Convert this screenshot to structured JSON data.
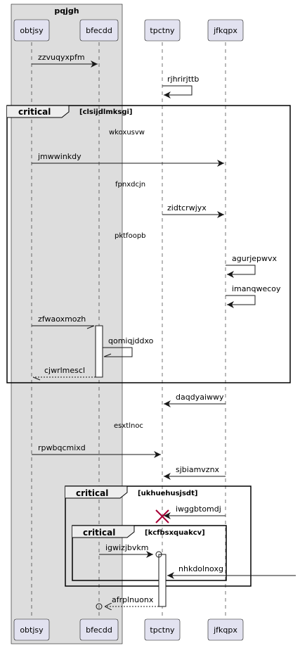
{
  "diagram": {
    "box_title": "pqjgh",
    "participants": [
      "obtjsy",
      "bfecdd",
      "tpctny",
      "jfkqpx"
    ],
    "messages": [
      "zzvuqyxpfm",
      "rjhrirjttb",
      "jmwwinkdy",
      "zidtcrwjyx",
      "agurjepwvx",
      "imanqwecoy",
      "zfwaoxmozh",
      "qomiqjddxo",
      "cjwrlmescl",
      "daqdyaiwwy",
      "rpwbqcmixd",
      "sjbiamvznx",
      "iwggbtomdj",
      "igwizjbvkm",
      "nhkdolnoxg",
      "afrplnuonx"
    ],
    "dividers": [
      "wkoxusvw",
      "fpnxdcjn",
      "pktfoopb",
      "esxtlnoc"
    ],
    "fragments": [
      {
        "keyword": "critical",
        "condition": "[clsijdlmksgi]"
      },
      {
        "keyword": "critical",
        "condition": "[ukhuehusjsdt]"
      },
      {
        "keyword": "critical",
        "condition": "[kcfbsxquakcv]"
      }
    ]
  }
}
